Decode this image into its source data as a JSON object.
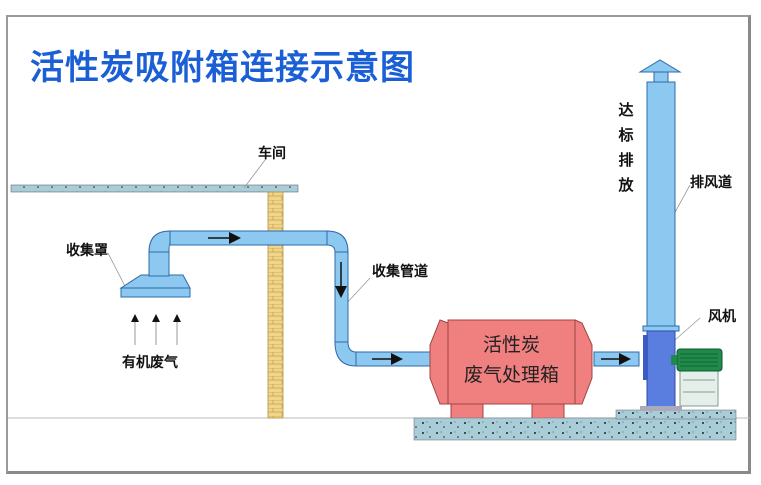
{
  "title": "活性炭吸附箱连接示意图",
  "labels": {
    "workshop": "车间",
    "hood": "收集罩",
    "gas": "有机废气",
    "duct": "收集管道",
    "box_line1": "活性炭",
    "box_line2": "废气处理箱",
    "exhaust_duct": "排风道",
    "fan": "风机",
    "emission": [
      "达",
      "标",
      "排",
      "放"
    ]
  },
  "colors": {
    "title": "#1a5fd6",
    "duct_fill": "#8cc8f0",
    "duct_stroke": "#2c6aa8",
    "box_fill": "#f08080",
    "fan_body": "#5a7de0",
    "motor": "#1f8a4c",
    "concrete": "#a9cdd6",
    "brick": "#f0d48a"
  }
}
